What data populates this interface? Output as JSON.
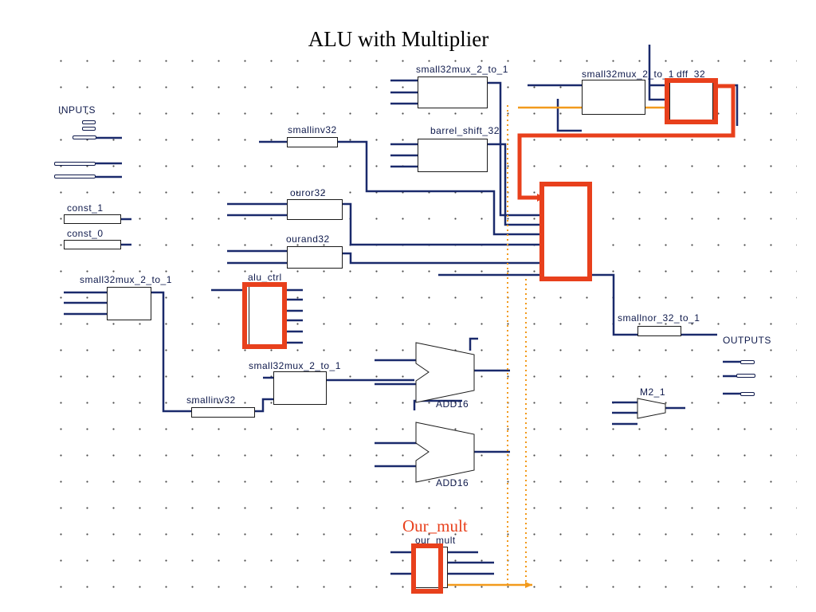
{
  "title": "ALU with Multiplier",
  "annotation": "Our_mult",
  "sections": {
    "inputs": "INPUTS",
    "outputs": "OUTPUTS"
  },
  "blocks": {
    "mux_top": "small32mux_2_to_1",
    "mux_right": "small32mux_2_to_1",
    "dff": "dff_32",
    "barrel": "barrel_shift_32",
    "inv_top": "smallinv32",
    "or32": "ouror32",
    "and32": "ourand32",
    "const1": "const_1",
    "const0": "const_0",
    "mux_left": "small32mux_2_to_1",
    "alu_ctrl": "alu_ctrl",
    "nor": "smallnor_32_to_1",
    "mux_mid": "small32mux_2_to_1",
    "inv_bottom": "smallinv32",
    "add_a": "ADD16",
    "add_b": "ADD16",
    "m2": "M2_1",
    "mult": "our_mult"
  },
  "colors": {
    "wire": "#1a2a6c",
    "highlight": "#e8401c",
    "orange_wire": "#f29a1c",
    "dotted": "#f29a1c"
  }
}
